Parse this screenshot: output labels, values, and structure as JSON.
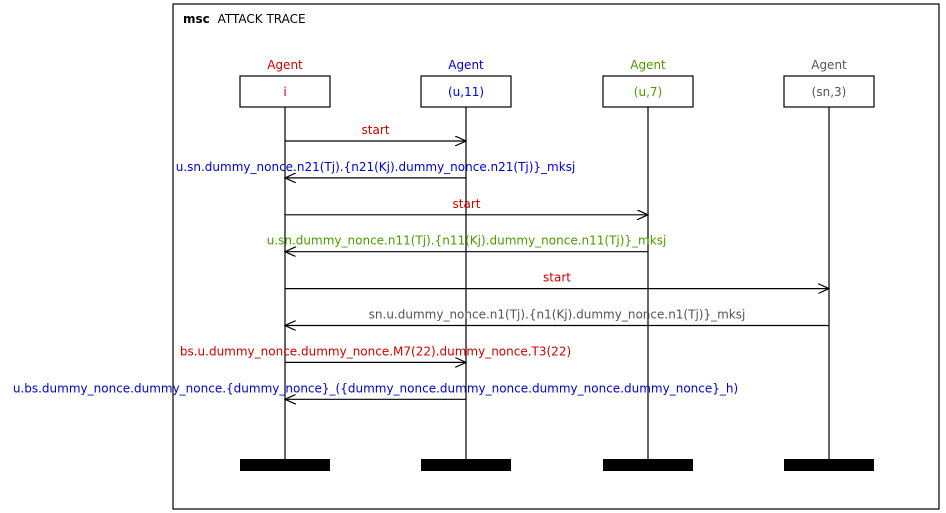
{
  "diagram": {
    "keyword": "msc",
    "title": "ATTACK TRACE"
  },
  "agents": [
    {
      "role": "Agent",
      "name": "i",
      "color": "#cc0000"
    },
    {
      "role": "Agent",
      "name": "(u,11)",
      "color": "#0000cc"
    },
    {
      "role": "Agent",
      "name": "(u,7)",
      "color": "#4d9900"
    },
    {
      "role": "Agent",
      "name": "(sn,3)",
      "color": "#555555"
    }
  ],
  "messages": [
    {
      "from": 0,
      "to": 1,
      "label": "start",
      "color": "#cc0000"
    },
    {
      "from": 1,
      "to": 0,
      "label": "u.sn.dummy_nonce.n21(Tj).{n21(Kj).dummy_nonce.n21(Tj)}_mksj",
      "color": "#0000cc"
    },
    {
      "from": 0,
      "to": 2,
      "label": "start",
      "color": "#cc0000"
    },
    {
      "from": 2,
      "to": 0,
      "label": "u.sn.dummy_nonce.n11(Tj).{n11(Kj).dummy_nonce.n11(Tj)}_mksj",
      "color": "#4d9900"
    },
    {
      "from": 0,
      "to": 3,
      "label": "start",
      "color": "#cc0000"
    },
    {
      "from": 3,
      "to": 0,
      "label": "sn.u.dummy_nonce.n1(Tj).{n1(Kj).dummy_nonce.n1(Tj)}_mksj",
      "color": "#555555"
    },
    {
      "from": 0,
      "to": 1,
      "label": "bs.u.dummy_nonce.dummy_nonce.M7(22).dummy_nonce.T3(22)",
      "color": "#cc0000"
    },
    {
      "from": 1,
      "to": 0,
      "label": "u.bs.dummy_nonce.dummy_nonce.{dummy_nonce}_({dummy_nonce.dummy_nonce.dummy_nonce.dummy_nonce}_h)",
      "color": "#0000cc"
    }
  ]
}
